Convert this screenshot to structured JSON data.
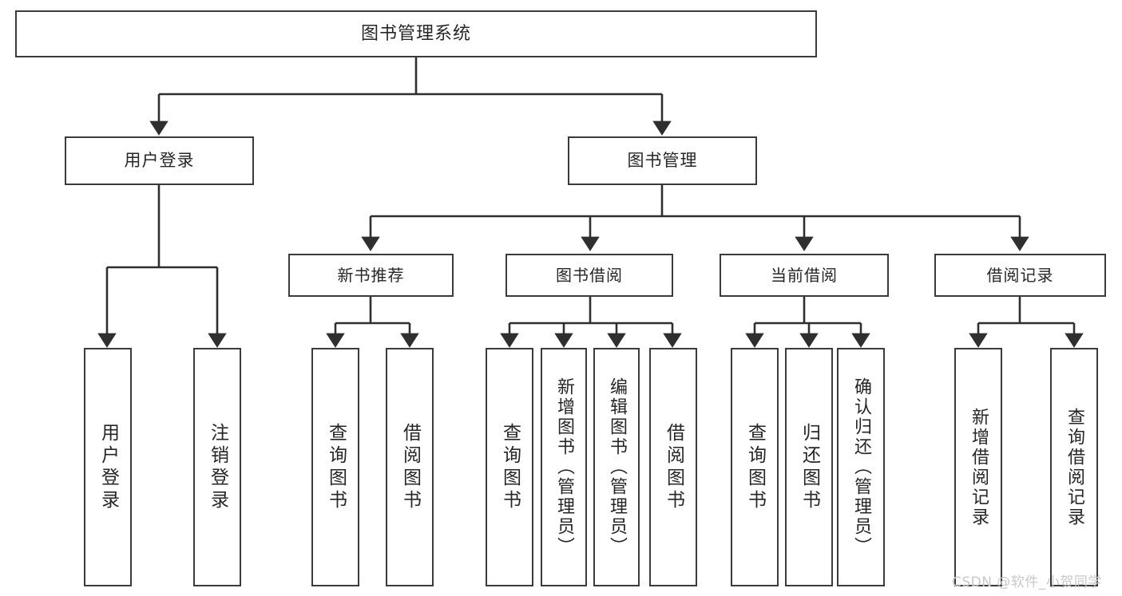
{
  "diagram": {
    "title": "图书管理系统",
    "type": "tree-hierarchy-chart",
    "root": {
      "label": "图书管理系统"
    },
    "level1": [
      {
        "label": "用户登录"
      },
      {
        "label": "图书管理"
      }
    ],
    "level2": [
      {
        "label": "新书推荐"
      },
      {
        "label": "图书借阅"
      },
      {
        "label": "当前借阅"
      },
      {
        "label": "借阅记录"
      }
    ],
    "leaves": [
      {
        "label": "用户登录"
      },
      {
        "label": "注销登录"
      },
      {
        "label": "查询图书"
      },
      {
        "label": "借阅图书"
      },
      {
        "label": "查询图书"
      },
      {
        "label": "新增图书（管理员）"
      },
      {
        "label": "编辑图书（管理员）"
      },
      {
        "label": "借阅图书"
      },
      {
        "label": "查询图书"
      },
      {
        "label": "归还图书"
      },
      {
        "label": "确认归还（管理员）"
      },
      {
        "label": "新增借阅记录"
      },
      {
        "label": "查询借阅记录"
      }
    ]
  },
  "watermark": {
    "text": "CSDN @软件_小贺同学"
  },
  "colors": {
    "border": "#3b3b3b",
    "text": "#262626",
    "background": "#ffffff",
    "watermark": "#c9c9c9"
  }
}
